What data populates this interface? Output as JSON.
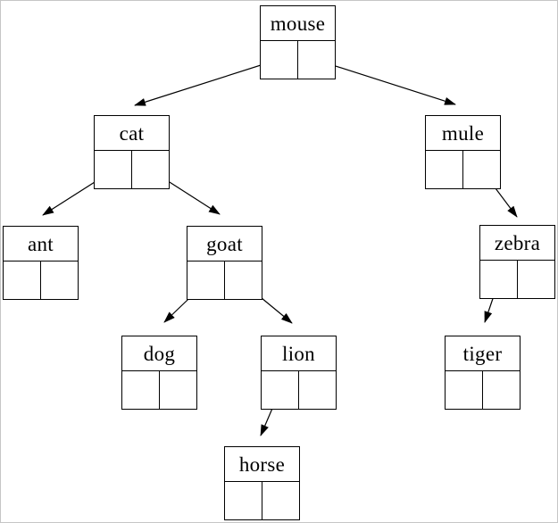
{
  "diagram": {
    "type": "binary-tree",
    "description": "Linked binary tree of animal names; each node drawn as a record with a label field and left/right pointer cells",
    "colors": {
      "line": "#000000",
      "node_border": "#000000",
      "background": "#ffffff",
      "page_border": "#c6c6c6"
    },
    "nodes": [
      {
        "id": "mouse",
        "label": "mouse"
      },
      {
        "id": "cat",
        "label": "cat"
      },
      {
        "id": "mule",
        "label": "mule"
      },
      {
        "id": "ant",
        "label": "ant"
      },
      {
        "id": "goat",
        "label": "goat"
      },
      {
        "id": "zebra",
        "label": "zebra"
      },
      {
        "id": "dog",
        "label": "dog"
      },
      {
        "id": "lion",
        "label": "lion"
      },
      {
        "id": "tiger",
        "label": "tiger"
      },
      {
        "id": "horse",
        "label": "horse"
      }
    ],
    "edges": [
      {
        "from": "mouse",
        "pointer": "left",
        "to": "cat"
      },
      {
        "from": "mouse",
        "pointer": "right",
        "to": "mule"
      },
      {
        "from": "cat",
        "pointer": "left",
        "to": "ant"
      },
      {
        "from": "cat",
        "pointer": "right",
        "to": "goat"
      },
      {
        "from": "mule",
        "pointer": "right",
        "to": "zebra"
      },
      {
        "from": "goat",
        "pointer": "left",
        "to": "dog"
      },
      {
        "from": "goat",
        "pointer": "right",
        "to": "lion"
      },
      {
        "from": "zebra",
        "pointer": "left",
        "to": "tiger"
      },
      {
        "from": "lion",
        "pointer": "left",
        "to": "horse"
      }
    ]
  }
}
